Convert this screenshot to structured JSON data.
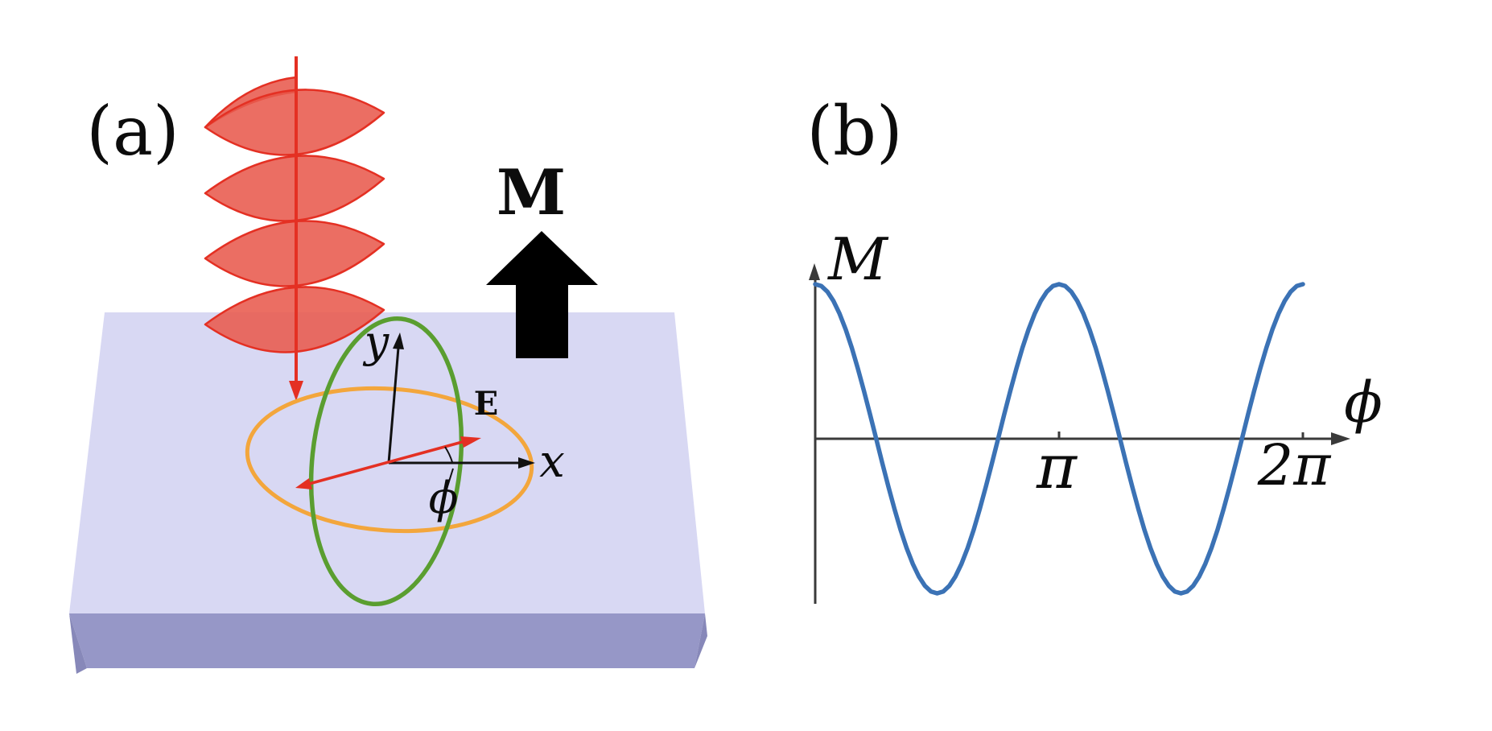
{
  "figure": {
    "panel_a": {
      "label": "(a)",
      "magnetization_label": "M",
      "electric_field_label": "E",
      "x_axis_label": "x",
      "y_axis_label": "y",
      "angle_label": "ϕ",
      "colors": {
        "beam_red": "#e43023",
        "beam_fill": "#e85a4d",
        "slab_top": "#d8d8f3",
        "slab_front": "#9697c7",
        "slab_side": "#8788b9",
        "ellipse_orange": "#f3a63c",
        "ellipse_green": "#5a9e30",
        "arrow_black": "#000000"
      }
    },
    "panel_b": {
      "label": "(b)",
      "y_axis_label": "M",
      "x_axis_label": "ϕ",
      "x_tick_labels": [
        "π",
        "2π"
      ],
      "axis_color": "#3a3a3a"
    }
  },
  "chart_data": {
    "type": "line",
    "title": "",
    "xlabel": "ϕ",
    "ylabel": "M",
    "x_range_over_pi": [
      0,
      2
    ],
    "x_ticks": [
      {
        "pos_over_pi": 1,
        "label": "π"
      },
      {
        "pos_over_pi": 2,
        "label": "2π"
      }
    ],
    "ylim": [
      -1.27,
      1.13
    ],
    "grid": false,
    "legend": "none",
    "expression": "M ∝ cos(2ϕ)",
    "series": [
      {
        "name": "M",
        "color": "#3b72b5",
        "phi_over_pi_step": 0.025,
        "values": [
          1,
          0.988,
          0.951,
          0.891,
          0.809,
          0.707,
          0.588,
          0.454,
          0.309,
          0.156,
          0,
          -0.156,
          -0.309,
          -0.454,
          -0.588,
          -0.707,
          -0.809,
          -0.891,
          -0.951,
          -0.988,
          -1,
          -0.988,
          -0.951,
          -0.891,
          -0.809,
          -0.707,
          -0.588,
          -0.454,
          -0.309,
          -0.156,
          0,
          0.156,
          0.309,
          0.454,
          0.588,
          0.707,
          0.809,
          0.891,
          0.951,
          0.988,
          1,
          0.988,
          0.951,
          0.891,
          0.809,
          0.707,
          0.588,
          0.454,
          0.309,
          0.156,
          0,
          -0.156,
          -0.309,
          -0.454,
          -0.588,
          -0.707,
          -0.809,
          -0.891,
          -0.951,
          -0.988,
          -1,
          -0.988,
          -0.951,
          -0.891,
          -0.809,
          -0.707,
          -0.588,
          -0.454,
          -0.309,
          -0.156,
          0,
          0.156,
          0.309,
          0.454,
          0.588,
          0.707,
          0.809,
          0.891,
          0.951,
          0.988,
          1
        ]
      }
    ]
  }
}
